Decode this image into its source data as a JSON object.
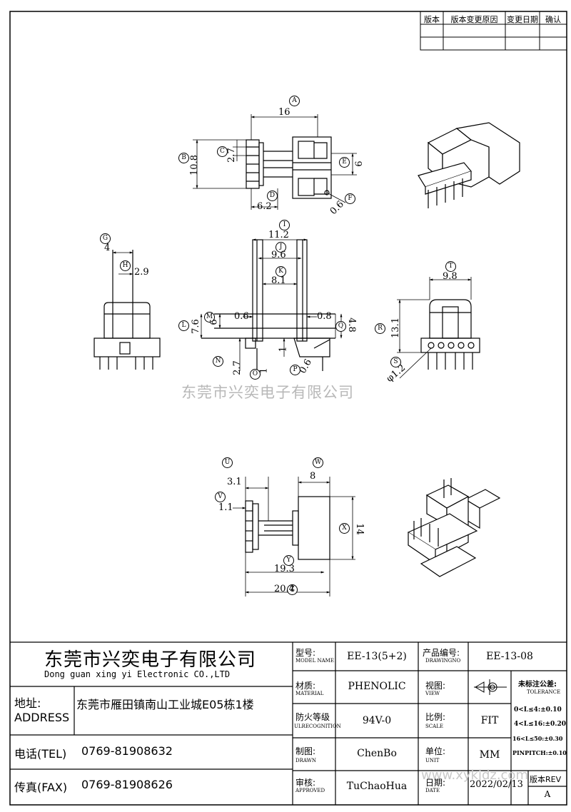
{
  "revision_table": {
    "headers": [
      "版本",
      "版本变更原因",
      "变更日期",
      "确认"
    ]
  },
  "callouts": [
    "A",
    "B",
    "C",
    "D",
    "E",
    "F",
    "G",
    "H",
    "I",
    "J",
    "K",
    "L",
    "M",
    "N",
    "O",
    "P",
    "Q",
    "R",
    "S",
    "T",
    "U",
    "V",
    "W",
    "X",
    "Y",
    "Z"
  ],
  "dims": {
    "a": "16",
    "b": "10.8",
    "c": "2.7",
    "d": "6.2",
    "e": "9",
    "f": "0.6",
    "g": "4",
    "h": "2.9",
    "i": "11.2",
    "j": "9.6",
    "k": "8.1",
    "l": "7.6",
    "m": "6",
    "m_left": "0.6",
    "q_left": "0.8",
    "q": "4.8",
    "n": "2.7",
    "n2": "1",
    "o": "1",
    "p": "0.6",
    "t": "9.8",
    "r": "13.1",
    "s": "φ1.2",
    "u": "3.1",
    "v": "1.1",
    "w": "8",
    "z": "14",
    "x": "19.3",
    "y": "20.4"
  },
  "watermark": "东莞市兴奕电子有限公司",
  "watermark_url": "www.xykjdz.com",
  "title_block": {
    "company_cn": "东莞市兴奕电子有限公司",
    "company_en": "Dong guan xing yi Electronic CO.,LTD",
    "address_label_cn": "地址:",
    "address_label_en": "ADDRESS",
    "address": "东莞市雁田镇南山工业城E05栋1楼",
    "tel_label": "电话(TEL)",
    "tel": "0769-81908632",
    "fax_label": "传真(FAX)",
    "fax": "0769-81908626",
    "model_label_cn": "型号:",
    "model_label_en": "MODEL NAME",
    "model": "EE-13(5+2)",
    "material_label_cn": "材质:",
    "material_label_en": "MATERIAL",
    "material": "PHENOLIC",
    "fire_label_cn": "防火等级",
    "fire_label_en": "ULRECOGNITION",
    "fire": "94V-0",
    "drawn_label_cn": "制图:",
    "drawn_label_en": "DRAWN",
    "drawn": "ChenBo",
    "approved_label_cn": "审核:",
    "approved_label_en": "APPROVED",
    "approved": "TuChaoHua",
    "product_label_cn": "产品编号:",
    "product_label_en": "DRAWINGNO",
    "product": "EE-13-08",
    "view_label_cn": "视图:",
    "view_label_en": "VIEW",
    "scale_label_cn": "比例:",
    "scale_label_en": "SCALE",
    "scale": "FIT",
    "unit_label_cn": "单位:",
    "unit_label_en": "UNIT",
    "unit": "MM",
    "date_label_cn": "日期:",
    "date_label_en": "DATE",
    "date": "2022/02/13",
    "tol_label_cn": "未标注公差:",
    "tol_label_en": "TOLERANCE",
    "tol1": "0<L≤4:±0.10",
    "tol2": "4<L≤16:±0.20",
    "tol3": "16<L≤50:±0.30",
    "tol4": "PINPITCH:±0.10",
    "rev_label": "版本REV",
    "rev": "A"
  }
}
